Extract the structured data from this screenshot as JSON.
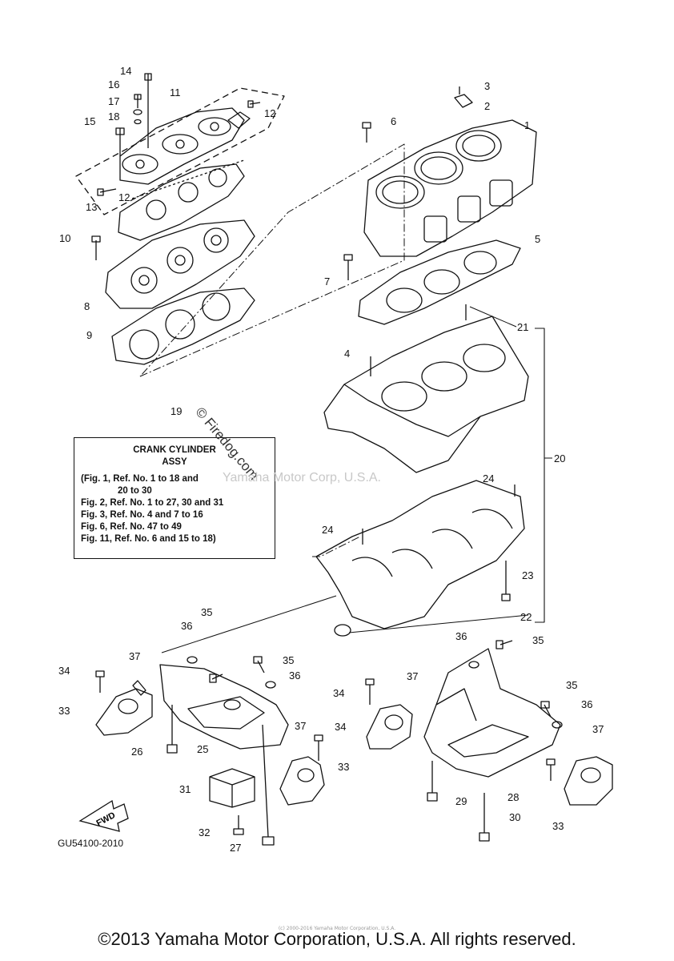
{
  "legend": {
    "title": "CRANK CYLINDER",
    "subtitle": "ASSY",
    "rows": [
      "(Fig. 1, Ref. No. 1 to 18 and",
      "20 to 30",
      "Fig. 2, Ref. No. 1 to 27, 30 and 31",
      "Fig. 3, Ref. No. 4 and 7 to 16",
      "Fig. 6, Ref. No. 47 to 49",
      "Fig. 11, Ref. No. 6 and 15 to 18)"
    ]
  },
  "watermarks": {
    "firedog": "© Firedog.com",
    "yamaha": "Yamaha Motor Corp, U.S.A."
  },
  "diagram_code": "GU54100-2010",
  "fwd_label": "FWD",
  "tiny_credit": "(c) 2000-2016 Yamaha Motor Corporation, U.S.A.",
  "copyright": "©2013 Yamaha Motor Corporation, U.S.A. All rights reserved.",
  "part_labels": [
    "1",
    "2",
    "3",
    "4",
    "5",
    "6",
    "7",
    "8",
    "9",
    "10",
    "11",
    "12",
    "12",
    "13",
    "14",
    "15",
    "16",
    "17",
    "18",
    "19",
    "20",
    "21",
    "22",
    "23",
    "24",
    "24",
    "25",
    "26",
    "27",
    "28",
    "29",
    "30",
    "31",
    "32",
    "33",
    "33",
    "33",
    "34",
    "34",
    "34",
    "35",
    "35",
    "35",
    "35",
    "36",
    "36",
    "36",
    "36",
    "37",
    "37",
    "37",
    "37"
  ]
}
